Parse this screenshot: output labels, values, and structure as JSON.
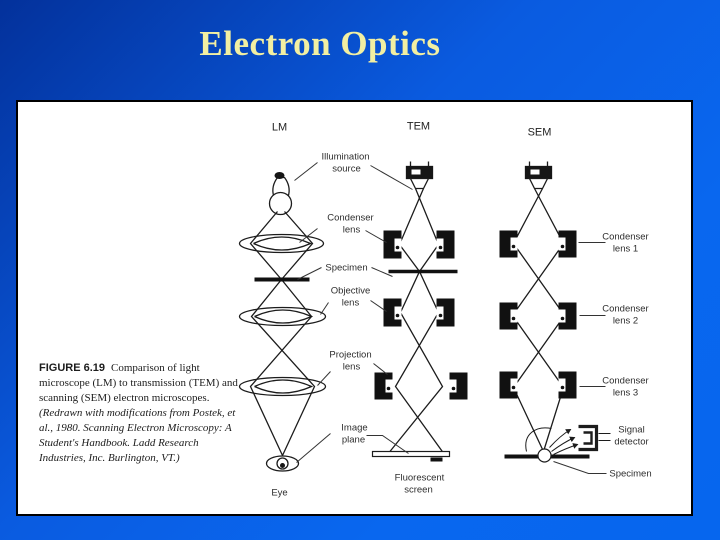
{
  "slide": {
    "title": "Electron Optics",
    "colors": {
      "background_top_left": "#03319b",
      "background_bottom_right": "#0666ee",
      "title_text": "#f2efa2",
      "panel_background": "#ffffff",
      "diagram_ink": "#1c1c1c"
    }
  },
  "figure": {
    "column_headers": {
      "lm": "LM",
      "tem": "TEM",
      "sem": "SEM"
    },
    "labels": {
      "illumination_source": [
        "Illumination",
        "source"
      ],
      "condenser_lens": [
        "Condenser",
        "lens"
      ],
      "specimen": "Specimen",
      "objective_lens": [
        "Objective",
        "lens"
      ],
      "projection_lens": [
        "Projection",
        "lens"
      ],
      "image_plane": [
        "Image",
        "plane"
      ],
      "eye": "Eye",
      "fluorescent_screen": [
        "Fluorescent",
        "screen"
      ],
      "condenser_lens_1": [
        "Condenser",
        "lens 1"
      ],
      "condenser_lens_2": [
        "Condenser",
        "lens 2"
      ],
      "condenser_lens_3": [
        "Condenser",
        "lens 3"
      ],
      "signal_detector": [
        "Signal",
        "detector"
      ],
      "sem_specimen": "Specimen"
    },
    "caption": {
      "figure_label": "FIGURE 6.19",
      "text": "Comparison of light microscope (LM) to transmission (TEM) and scanning (SEM) electron microscopes.",
      "citation": "(Redrawn with modifications from Postek, et al., 1980. Scanning Electron Microscopy: A Student's Handbook. Ladd Research Industries, Inc. Burlington, VT.)"
    }
  }
}
